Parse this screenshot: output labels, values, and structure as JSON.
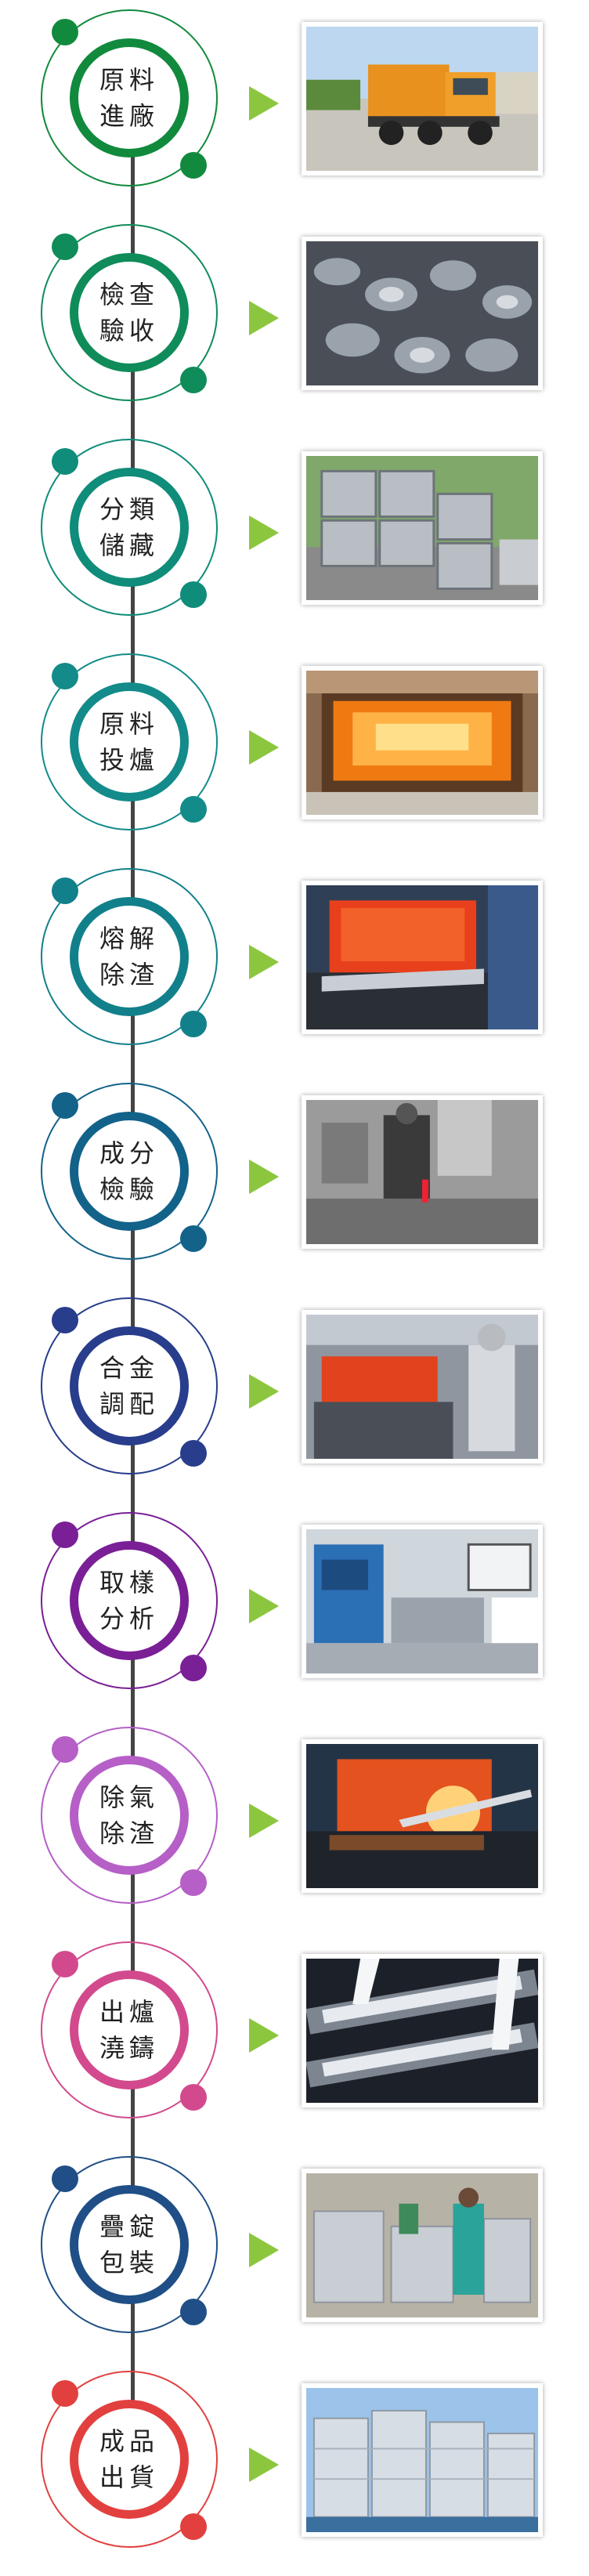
{
  "steps": [
    {
      "id": "raw-material-in",
      "line1": "原料",
      "line2": "進廠",
      "color": "#118a3d",
      "photo_icon": "truck-icon"
    },
    {
      "id": "inspection",
      "line1": "檢查",
      "line2": "驗收",
      "color": "#0f8c59",
      "photo_icon": "scrap-pile-icon"
    },
    {
      "id": "sorting",
      "line1": "分類",
      "line2": "儲藏",
      "color": "#0f8c7a",
      "photo_icon": "baled-scrap-icon"
    },
    {
      "id": "charging",
      "line1": "原料",
      "line2": "投爐",
      "color": "#128b8a",
      "photo_icon": "furnace-icon"
    },
    {
      "id": "melting",
      "line1": "熔解",
      "line2": "除渣",
      "color": "#12808a",
      "photo_icon": "molten-furnace-icon"
    },
    {
      "id": "composition-test",
      "line1": "成分",
      "line2": "檢驗",
      "color": "#13628a",
      "photo_icon": "worker-sampling-icon"
    },
    {
      "id": "alloying",
      "line1": "合金",
      "line2": "調配",
      "color": "#283d8c",
      "photo_icon": "protective-suit-worker-icon"
    },
    {
      "id": "sampling-analysis",
      "line1": "取樣",
      "line2": "分析",
      "color": "#7a1f96",
      "photo_icon": "spectrometer-icon"
    },
    {
      "id": "degassing",
      "line1": "除氣",
      "line2": "除渣",
      "color": "#b55fc7",
      "photo_icon": "degassing-furnace-icon"
    },
    {
      "id": "casting",
      "line1": "出爐",
      "line2": "澆鑄",
      "color": "#d24a8d",
      "photo_icon": "casting-mould-icon"
    },
    {
      "id": "stacking-packing",
      "line1": "疊錠",
      "line2": "包裝",
      "color": "#1f4f86",
      "photo_icon": "ingot-stacking-icon"
    },
    {
      "id": "shipping",
      "line1": "成品",
      "line2": "出貨",
      "color": "#e2403f",
      "photo_icon": "ingot-stacks-icon"
    }
  ],
  "accent": {
    "arrow": "#8cc63f",
    "connector": "#444444"
  }
}
